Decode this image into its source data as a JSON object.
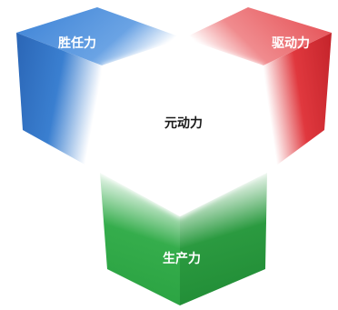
{
  "diagram": {
    "labels": {
      "competence": "胜任力",
      "drive": "驱动力",
      "core": "元动力",
      "productivity": "生产力"
    },
    "colors": {
      "blue": "#2f6fc0",
      "red": "#e0383e",
      "green": "#2ea445",
      "core_white": "#ffffff",
      "core_text": "#1a1a1a",
      "label_text": "#ffffff"
    }
  }
}
